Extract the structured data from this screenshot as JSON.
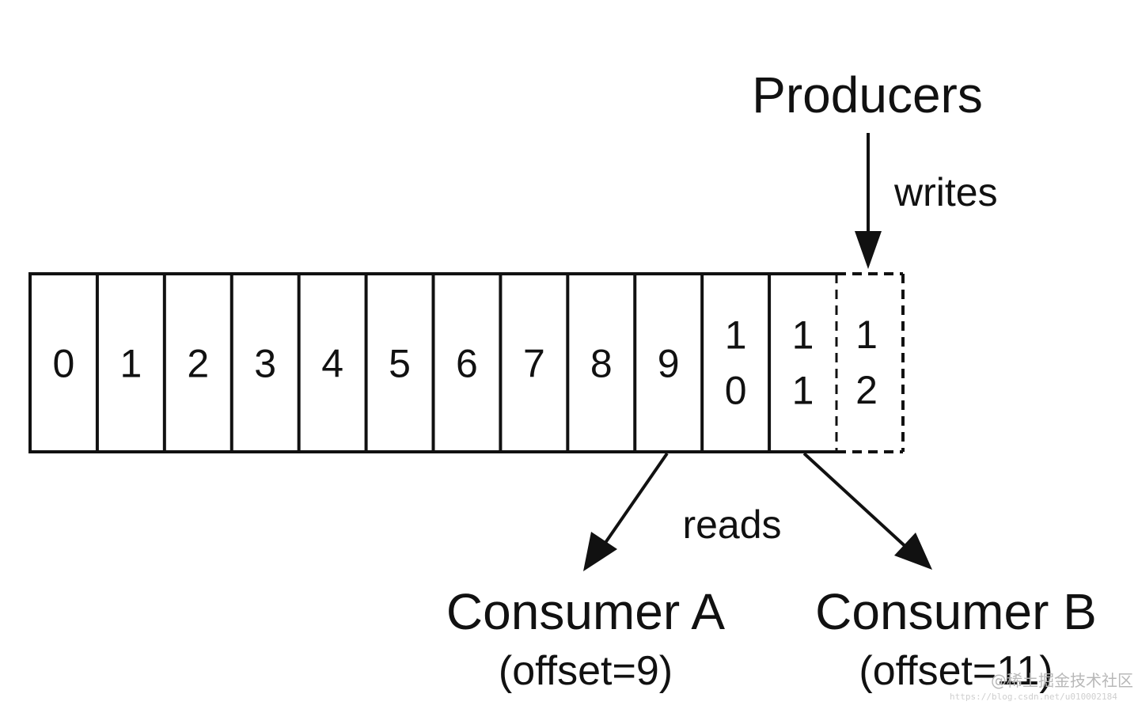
{
  "producers": {
    "label": "Producers",
    "action": "writes"
  },
  "log": {
    "committed_cells": [
      {
        "text": "0"
      },
      {
        "text": "1"
      },
      {
        "text": "2"
      },
      {
        "text": "3"
      },
      {
        "text": "4"
      },
      {
        "text": "5"
      },
      {
        "text": "6"
      },
      {
        "text": "7"
      },
      {
        "text": "8"
      },
      {
        "text": "9"
      },
      {
        "line1": "1",
        "line2": "0"
      },
      {
        "line1": "1",
        "line2": "1"
      }
    ],
    "pending_cell": {
      "line1": "1",
      "line2": "2"
    }
  },
  "reads_label": "reads",
  "consumer_a": {
    "name": "Consumer A",
    "offset": "(offset=9)"
  },
  "consumer_b": {
    "name": "Consumer B",
    "offset": "(offset=11)"
  },
  "watermark": {
    "text": "@稀土掘金技术社区",
    "url": "https://blog.csdn.net/u010002184"
  }
}
